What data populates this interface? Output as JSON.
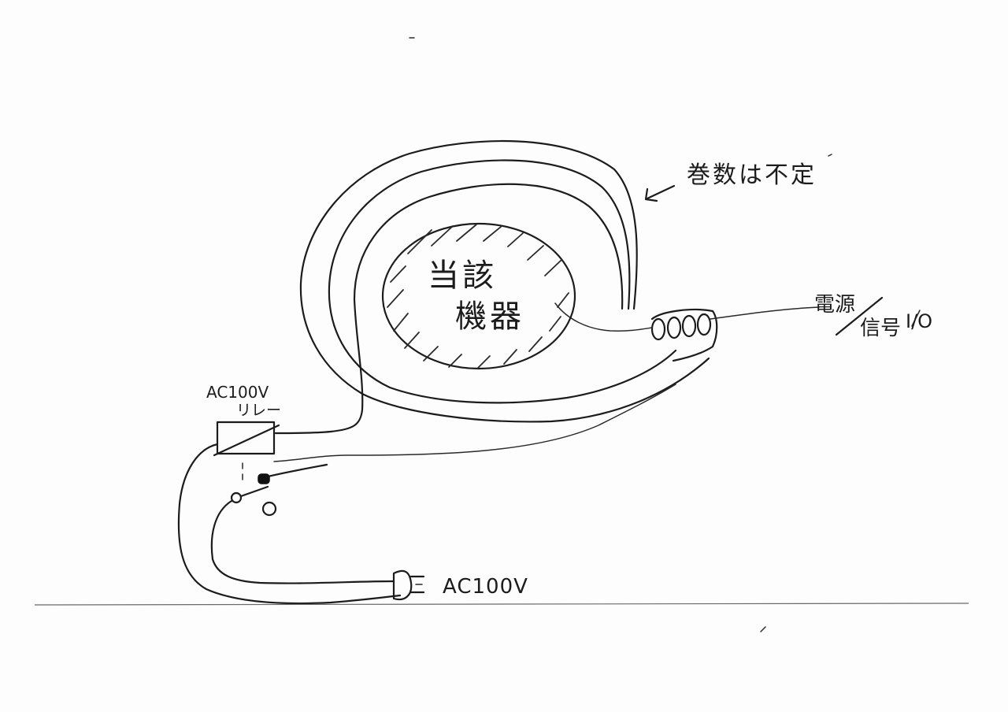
{
  "diagram": {
    "device_label_line1": "当該",
    "device_label_line2": "機器",
    "turns_label": "巻数は不定",
    "relay_label_line1": "AC100V",
    "relay_label_line2": "リレー",
    "plug_label": "AC100V",
    "source_label_line1": "電源",
    "source_label_line2": "信号",
    "io_label": "I/O"
  }
}
